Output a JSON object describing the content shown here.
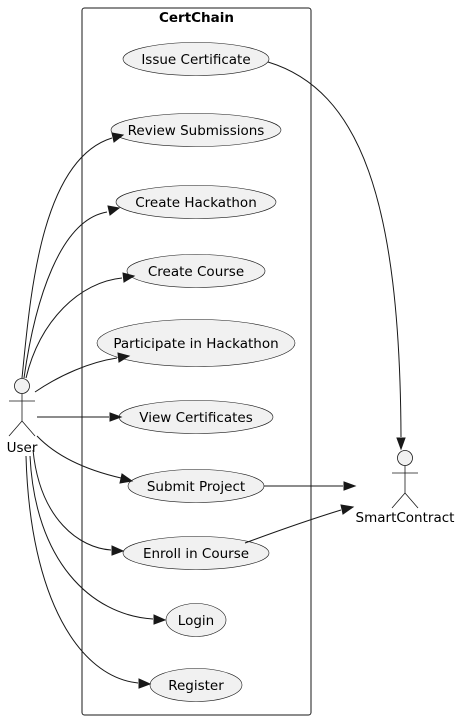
{
  "system_boundary": {
    "title": "CertChain"
  },
  "actors": {
    "user": {
      "label": "User"
    },
    "smart_contract": {
      "label": "SmartContract"
    }
  },
  "use_cases": {
    "issue_certificate": "Issue Certificate",
    "review_submissions": "Review Submissions",
    "create_hackathon": "Create Hackathon",
    "create_course": "Create Course",
    "participate_hackathon": "Participate in Hackathon",
    "view_certificates": "View Certificates",
    "submit_project": "Submit Project",
    "enroll_course": "Enroll in Course",
    "login": "Login",
    "register": "Register"
  },
  "colors": {
    "shape_fill": "#f1f1f1",
    "stroke": "#181818",
    "background": "#ffffff"
  }
}
